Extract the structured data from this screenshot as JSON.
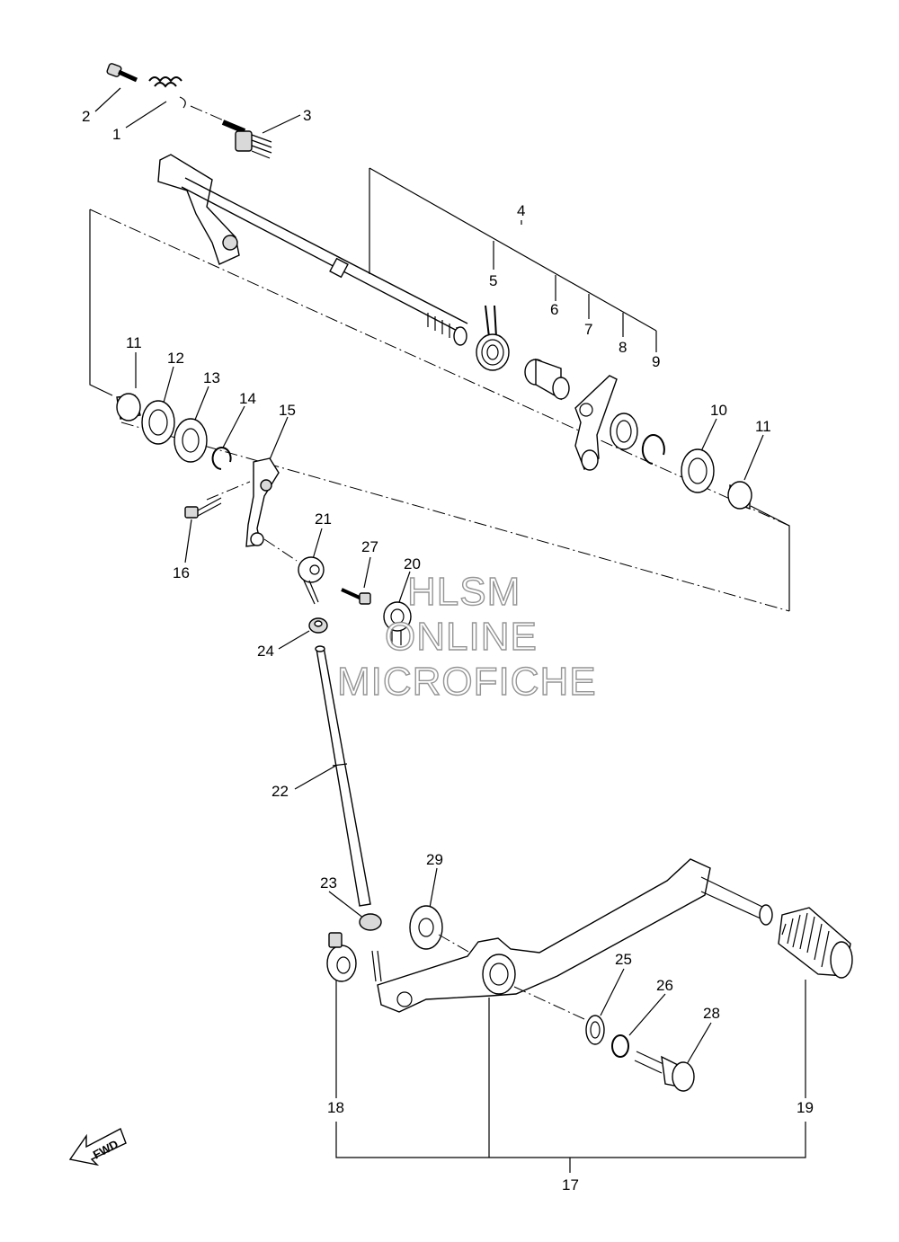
{
  "diagram": {
    "callouts": [
      "1",
      "2",
      "3",
      "4",
      "5",
      "6",
      "7",
      "8",
      "9",
      "10",
      "11",
      "11",
      "12",
      "13",
      "14",
      "15",
      "16",
      "17",
      "18",
      "19",
      "20",
      "21",
      "22",
      "23",
      "24",
      "25",
      "26",
      "27",
      "28",
      "29"
    ],
    "watermark": [
      "HLSM",
      "ONLINE",
      "MICROFICHE"
    ],
    "fwd_label": "FWD"
  }
}
